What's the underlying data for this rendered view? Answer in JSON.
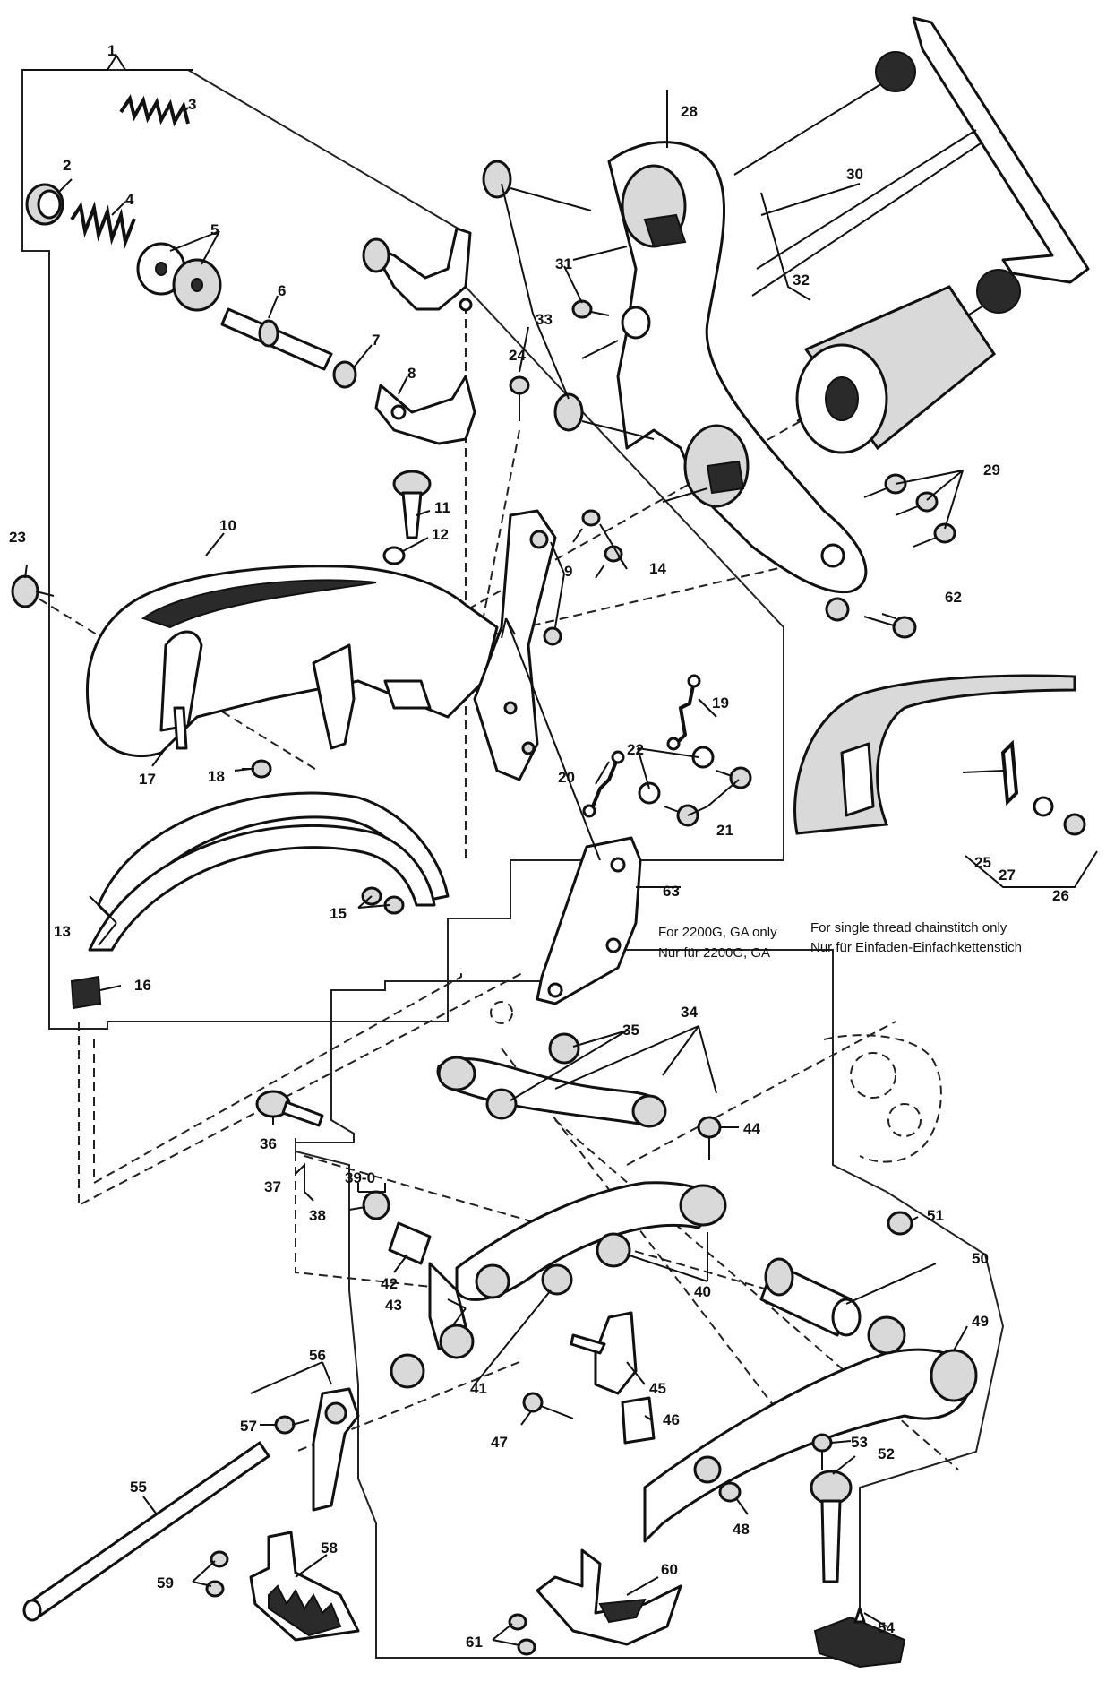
{
  "callouts": {
    "c1": "1",
    "c2": "2",
    "c3": "3",
    "c4": "4",
    "c5": "5",
    "c6": "6",
    "c7": "7",
    "c8": "8",
    "c9": "9",
    "c10": "10",
    "c11": "11",
    "c12": "12",
    "c13": "13",
    "c14": "14",
    "c15": "15",
    "c16": "16",
    "c17": "17",
    "c18": "18",
    "c19": "19",
    "c20": "20",
    "c21": "21",
    "c22": "22",
    "c23": "23",
    "c24": "24",
    "c25": "25",
    "c26": "26",
    "c27": "27",
    "c28": "28",
    "c29": "29",
    "c30": "30",
    "c31": "31",
    "c32": "32",
    "c33": "33",
    "c34": "34",
    "c35": "35",
    "c36": "36",
    "c37": "37",
    "c38": "38",
    "c39": "39-0",
    "c40": "40",
    "c41": "41",
    "c42": "42",
    "c43": "43",
    "c44": "44",
    "c45": "45",
    "c46": "46",
    "c47": "47",
    "c48": "48",
    "c49": "49",
    "c50": "50",
    "c51": "51",
    "c52": "52",
    "c53": "53",
    "c54": "54",
    "c55": "55",
    "c56": "56",
    "c57": "57",
    "c58": "58",
    "c59": "59",
    "c60": "60",
    "c61": "61",
    "c62": "62",
    "c63": "63"
  },
  "notes": {
    "plate_en": "For 2200G, GA only",
    "plate_de": "Nur für 2200G, GA",
    "chainstitch_en": "For single thread chainstitch only",
    "chainstitch_de": "Nur für Einfaden-Einfachkettenstich"
  }
}
